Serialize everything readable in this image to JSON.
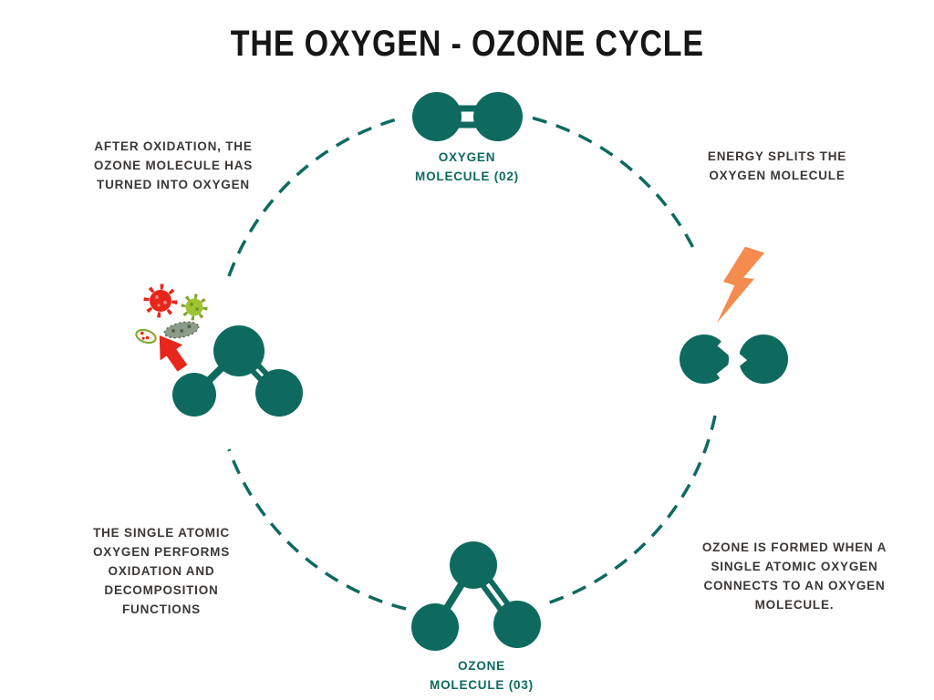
{
  "title": "THE OXYGEN - OZONE CYCLE",
  "colors": {
    "title": "#161616",
    "teal": "#0E6A5E",
    "dark": "#3B3836",
    "orange": "#F68B4F",
    "red": "#E7261C",
    "green": "#9DC431",
    "green_dark": "#7FA52B",
    "bacteria": "#8D9C89"
  },
  "labels": {
    "oxygen_molecule": [
      "OXYGEN",
      "MOLECULE (02)"
    ],
    "energy": [
      "ENERGY SPLITS THE",
      "OXYGEN MOLECULE"
    ],
    "after_oxidation": [
      "AFTER OXIDATION, THE",
      "OZONE MOLECULE HAS",
      "TURNED INTO OXYGEN"
    ],
    "ozone_formed": [
      "OZONE IS FORMED WHEN A",
      "SINGLE ATOMIC OXYGEN",
      "CONNECTS TO AN OXYGEN",
      "MOLECULE."
    ],
    "single_atomic": [
      "THE SINGLE ATOMIC",
      "OXYGEN  PERFORMS",
      "OXIDATION AND",
      "DECOMPOSITION",
      "FUNCTIONS"
    ],
    "ozone_molecule": [
      "OZONE",
      "MOLECULE (03)"
    ]
  },
  "icons": {
    "energy": "lightning-bolt-icon",
    "oxygen": "oxygen-molecule-icon",
    "oxygen_split": "split-oxygen-molecule-icon",
    "ozone": "ozone-molecule-icon",
    "oxidation": "ozone-with-microbes-icon",
    "virus_red": "virus-icon",
    "virus_green": "virus-icon",
    "bacteria": "bacteria-icon",
    "pointer": "red-arrow-icon"
  }
}
